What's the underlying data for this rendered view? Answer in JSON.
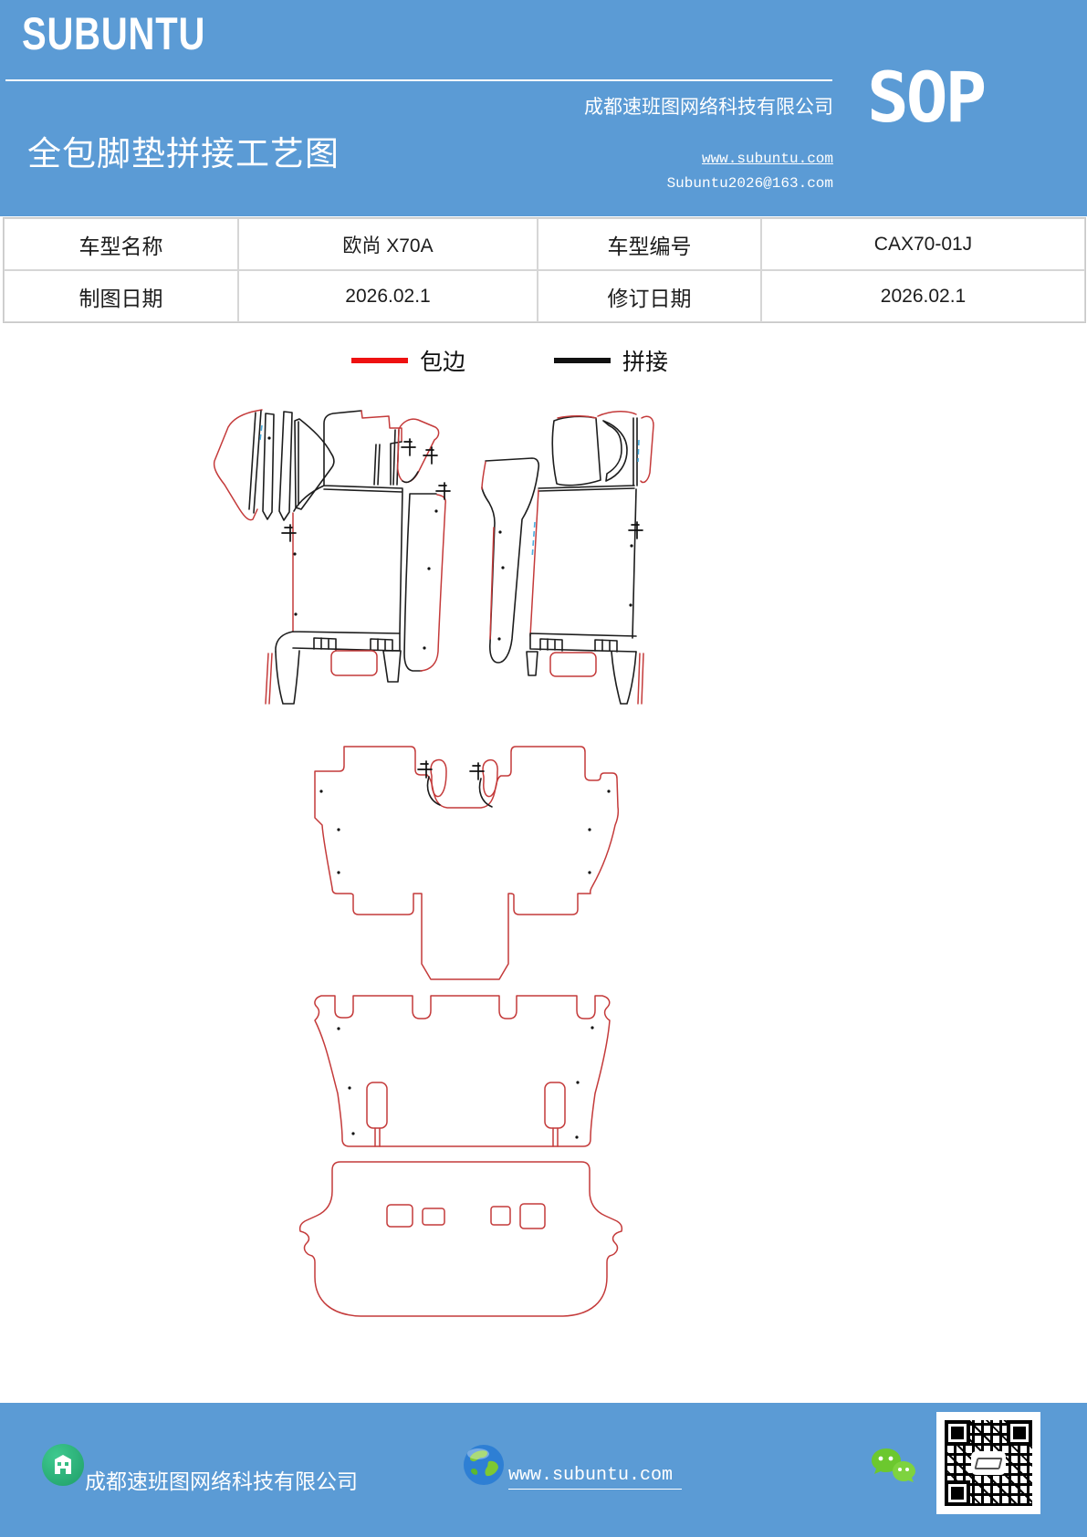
{
  "header": {
    "brand": "SUBUNTU",
    "title": "全包脚垫拼接工艺图",
    "company": "成都速班图网络科技有限公司",
    "website": "www.subuntu.com",
    "email": "Subuntu2026@163.com",
    "sop": "SOP"
  },
  "info_table": {
    "rows": [
      [
        "车型名称",
        "欧尚 X70A",
        "车型编号",
        "CAX70-01J"
      ],
      [
        "制图日期",
        "2026.02.1",
        "修订日期",
        "2026.02.1"
      ]
    ]
  },
  "legend": {
    "items": [
      {
        "label": "包边",
        "color": "#ee1111"
      },
      {
        "label": "拼接",
        "color": "#111111"
      }
    ]
  },
  "footer": {
    "company": "成都速班图网络科技有限公司",
    "website": "www.subuntu.com"
  },
  "colors": {
    "band_blue": "#5b9bd5",
    "binding_red": "#ee1111",
    "splice_black": "#111111",
    "pattern_red": "#c43a3a",
    "pattern_black": "#1d1d1d",
    "wechat_green": "#6cc82e",
    "building_green": "#2fab76"
  }
}
